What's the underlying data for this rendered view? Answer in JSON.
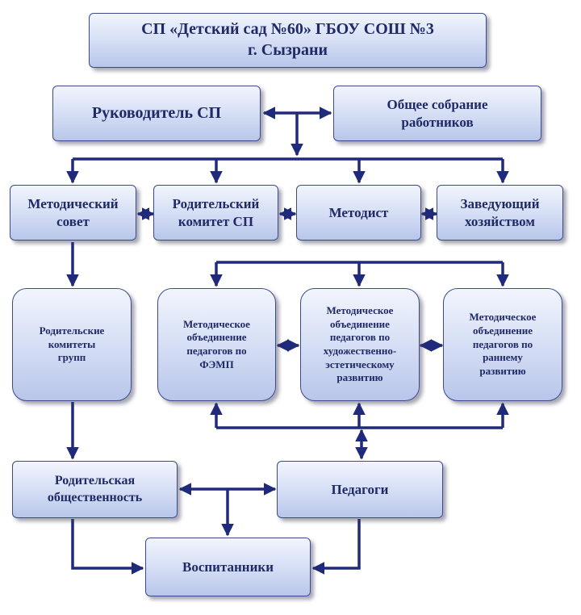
{
  "title": {
    "line1": "СП  «Детский сад №60»  ГБОУ  СОШ №3",
    "line2": "г. Сызрани"
  },
  "nodes": {
    "head": "Руководитель СП",
    "assembly": "Общее собрание\nработников",
    "method_council": "Методический\nсовет",
    "parent_committee": "Родительский\nкомитет СП",
    "methodist": "Методист",
    "supply_manager": "Заведующий\nхозяйством",
    "group_committees": "Родительские\nкомитеты\nгрупп",
    "mo_femp": "Методическое\nобъединение\nпедагогов по\nФЭМП",
    "mo_art": "Методическое\nобъединение\nпедагогов по\nхудожественно-\nэстетическому\nразвитию",
    "mo_early": "Методическое\nобъединение\nпедагогов по\nраннему\nразвитию",
    "parent_community": "Родительская\nобщественность",
    "teachers": "Педагоги",
    "pupils": "Воспитанники"
  },
  "colors": {
    "line": "#1f2a7a",
    "border": "#3b4a8a",
    "text": "#1f2a66"
  }
}
